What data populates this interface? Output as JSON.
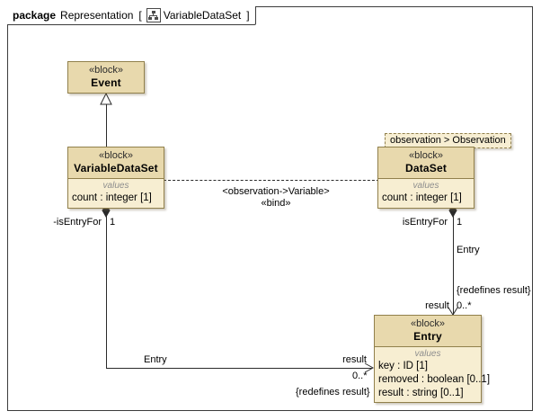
{
  "frame": {
    "keyword": "package",
    "name": "Representation",
    "bracket_open": "[",
    "bracket_close": "]",
    "diagram_name": "VariableDataSet",
    "icon": "bdd-diagram-icon"
  },
  "blocks": [
    {
      "id": "event",
      "stereotype": "«block»",
      "name": "Event",
      "compartments": []
    },
    {
      "id": "variabledataset",
      "stereotype": "«block»",
      "name": "VariableDataSet",
      "compartments": [
        {
          "title": "values",
          "features": [
            "count : integer [1]"
          ]
        }
      ]
    },
    {
      "id": "dataset",
      "stereotype": "«block»",
      "name": "DataSet",
      "namespace_tab": "observation > Observation",
      "compartments": [
        {
          "title": "values",
          "features": [
            "count : integer [1]"
          ]
        }
      ]
    },
    {
      "id": "entry",
      "stereotype": "«block»",
      "name": "Entry",
      "compartments": [
        {
          "title": "values",
          "features": [
            "key : ID [1]",
            "removed : boolean [0..1]",
            "result : string [0..1]"
          ]
        }
      ]
    }
  ],
  "connectors": {
    "generalization": {
      "name": "generalization-variabledataset-to-event",
      "source": "VariableDataSet",
      "target": "Event"
    },
    "bind_dependency": {
      "name": "bind-dependency-variabledataset-to-dataset",
      "label_binding": "<observation->Variable>",
      "label_stereotype": "«bind»"
    },
    "left_composition": {
      "name": "composition-variabledataset-entry",
      "source_role": "-isEntryFor",
      "source_multiplicity": "1",
      "target_role": "Entry",
      "target_end_role": "result",
      "target_multiplicity": "0..*",
      "target_constraint": "{redefines result}"
    },
    "right_composition": {
      "name": "composition-dataset-entry",
      "source_role": "isEntryFor",
      "source_multiplicity": "1",
      "target_role": "Entry",
      "target_end_role": "result",
      "target_multiplicity": "0..*",
      "target_constraint": "{redefines result}"
    }
  },
  "colors": {
    "block_fill": "#efe2bd",
    "block_name_fill": "#e8d9ad",
    "compartment_fill": "#f7eed2",
    "block_border": "#91804c",
    "line": "#2b2b2b",
    "frame_border": "#3c3c3c",
    "compartment_title": "#8e8e8e"
  }
}
